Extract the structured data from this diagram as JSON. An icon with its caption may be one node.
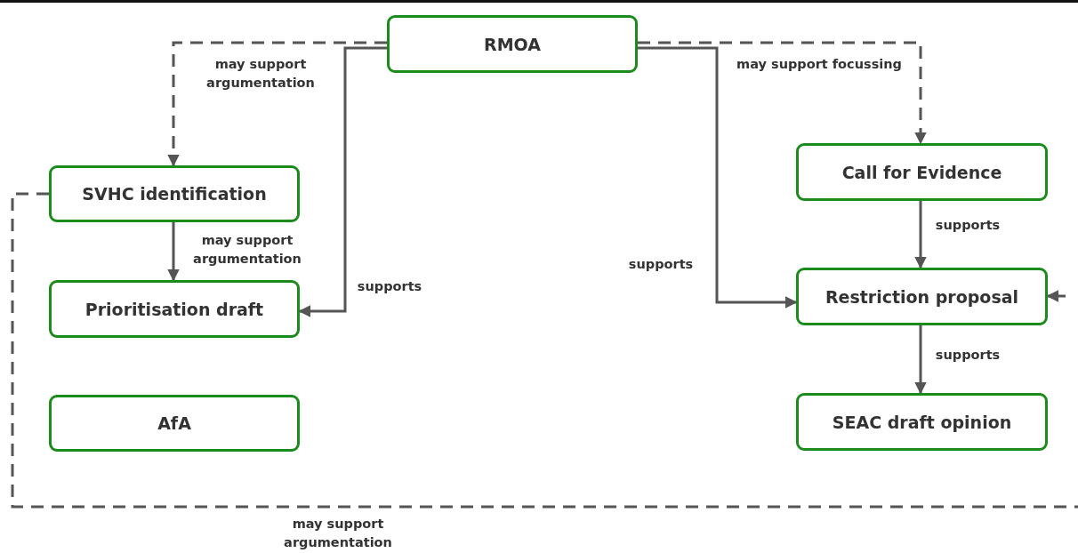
{
  "diagram": {
    "nodes": [
      {
        "text": [
          "RMOA"
        ]
      },
      {
        "text": [
          "SVHC identification"
        ]
      },
      {
        "text": [
          "Prioritisation draft"
        ]
      },
      {
        "text": [
          "AfA"
        ]
      },
      {
        "text": [
          "Call for Evidence"
        ]
      },
      {
        "text": [
          "Restriction proposal"
        ]
      },
      {
        "text": [
          "SEAC draft opinion"
        ]
      }
    ],
    "edges": [
      {
        "from": 0,
        "to": 1,
        "arrow": "to",
        "label": "may support argumentation",
        "style": "dashed"
      },
      {
        "from": 0,
        "to": 2,
        "arrow": "to",
        "label": "supports"
      },
      {
        "from": 0,
        "to": 4,
        "arrow": "to",
        "label": "may support focussing",
        "style": "dashed"
      },
      {
        "from": 0,
        "to": 5,
        "arrow": "to",
        "label": "supports"
      },
      {
        "from": 1,
        "to": 2,
        "arrow": "to",
        "label": "may support argumentation"
      },
      {
        "from": 4,
        "to": 5,
        "arrow": "to",
        "label": "supports"
      },
      {
        "from": 5,
        "to": 6,
        "arrow": "to",
        "label": "supports"
      },
      {
        "from": 1,
        "to": null,
        "arrow": "none",
        "label": "may support argumentation",
        "style": "dashed"
      },
      {
        "from": null,
        "to": 5,
        "arrow": "to"
      }
    ]
  }
}
